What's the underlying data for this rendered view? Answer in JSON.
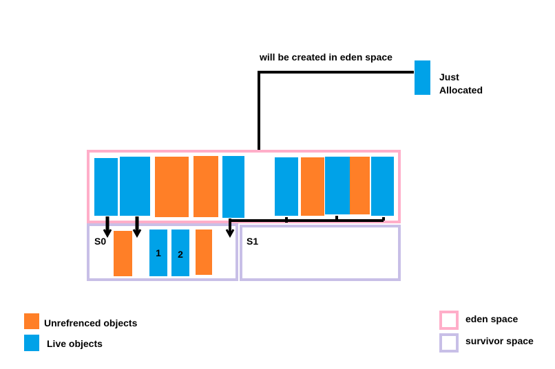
{
  "annotation": {
    "created_text": "will be created in eden space",
    "just_allocated_line1": "Just",
    "just_allocated_line2": "Allocated"
  },
  "spaces": {
    "s0_label": "S0",
    "s1_label": "S1"
  },
  "survivor_objects": {
    "obj1_label": "1",
    "obj2_label": "2"
  },
  "legend": {
    "unreferenced_label": "Unrefrenced objects",
    "live_label": "Live objects",
    "eden_label": "eden space",
    "survivor_label": "survivor space"
  },
  "colors": {
    "live": "#00a2e8",
    "unreferenced": "#ff7f27",
    "eden_border": "#ffaec9",
    "survivor_border": "#c8bfe7",
    "arrow": "#000000"
  }
}
